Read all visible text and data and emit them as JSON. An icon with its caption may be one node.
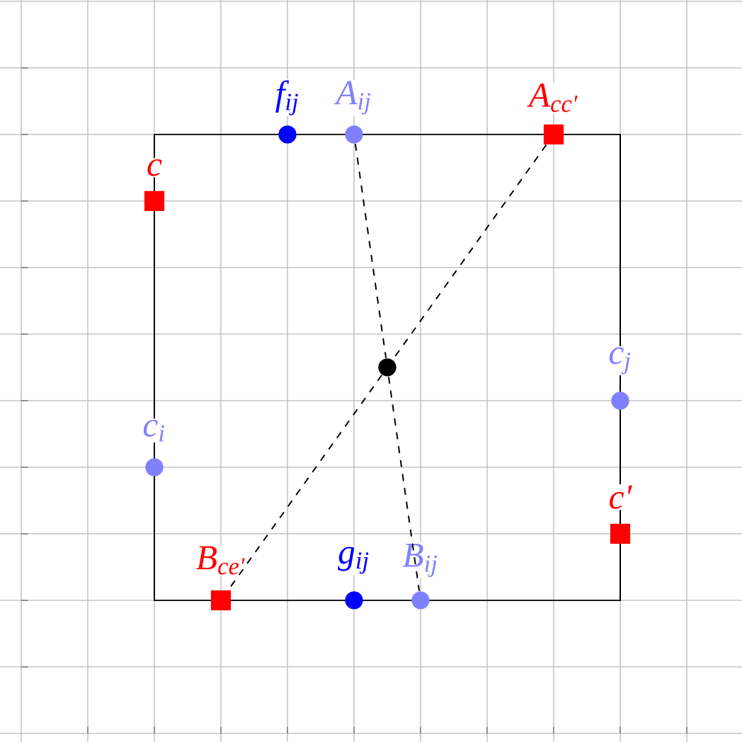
{
  "diagram": {
    "nodes": [
      {
        "text": [
          "f$_{ij}$"
        ]
      },
      {
        "text": [
          "A$_{ij}$"
        ]
      },
      {
        "text": [
          "A$_{cc′}$"
        ]
      },
      {
        "text": [
          "c"
        ]
      },
      {
        "text": [
          "c$_{j}$"
        ]
      },
      {
        "text": [
          "c$_{i}$"
        ]
      },
      {
        "text": [],
        "shape": "circle"
      },
      {
        "text": [
          "c′"
        ]
      },
      {
        "text": [
          "B$_{ce′}$"
        ]
      },
      {
        "text": [
          "g$_{ij}$"
        ]
      },
      {
        "text": [
          "B$_{ij}$"
        ]
      }
    ],
    "edges": [
      {
        "from": 1,
        "to": 6,
        "arrow": "none",
        "style": "dashed"
      },
      {
        "from": 6,
        "to": 10,
        "arrow": "none",
        "style": "dashed"
      },
      {
        "from": 2,
        "to": 6,
        "arrow": "none",
        "style": "dashed"
      },
      {
        "from": 6,
        "to": 8,
        "arrow": "none",
        "style": "dashed"
      }
    ]
  }
}
